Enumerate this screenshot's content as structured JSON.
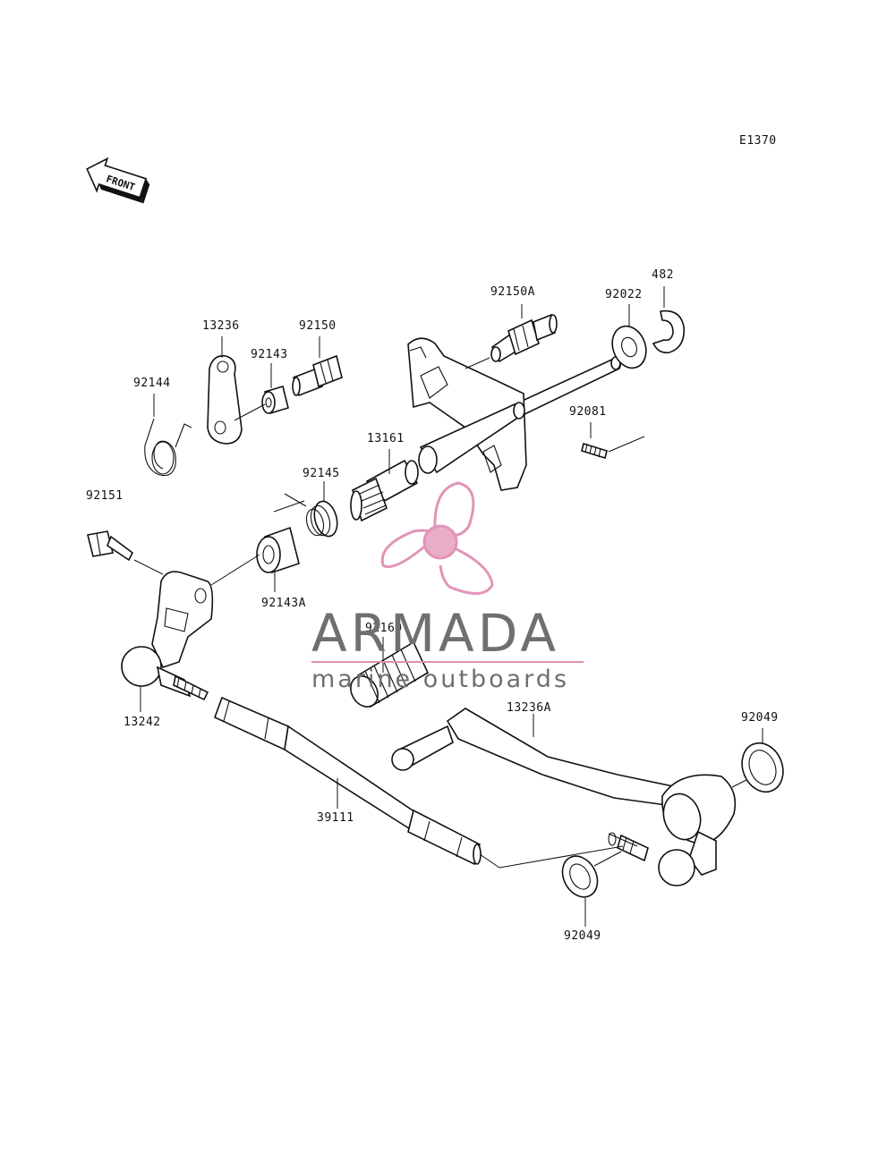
{
  "diagram": {
    "code": "E1370",
    "front_marker": "FRONT",
    "parts": [
      {
        "id": "92150A",
        "label": "92150A"
      },
      {
        "id": "92022",
        "label": "92022"
      },
      {
        "id": "482",
        "label": "482"
      },
      {
        "id": "13236",
        "label": "13236"
      },
      {
        "id": "92150",
        "label": "92150"
      },
      {
        "id": "92143",
        "label": "92143"
      },
      {
        "id": "92144",
        "label": "92144"
      },
      {
        "id": "92081",
        "label": "92081"
      },
      {
        "id": "13161",
        "label": "13161"
      },
      {
        "id": "92145",
        "label": "92145"
      },
      {
        "id": "92151",
        "label": "92151"
      },
      {
        "id": "92143A",
        "label": "92143A"
      },
      {
        "id": "92160",
        "label": "92160"
      },
      {
        "id": "13242",
        "label": "13242"
      },
      {
        "id": "13236A",
        "label": "13236A"
      },
      {
        "id": "92049-top",
        "label": "92049"
      },
      {
        "id": "39111",
        "label": "39111"
      },
      {
        "id": "92049-bottom",
        "label": "92049"
      }
    ]
  },
  "watermark": {
    "brand": "ARMADA",
    "tagline": "marine outboards",
    "brand_color": "#6f6f6f",
    "accent_color": "#e08fb4"
  }
}
